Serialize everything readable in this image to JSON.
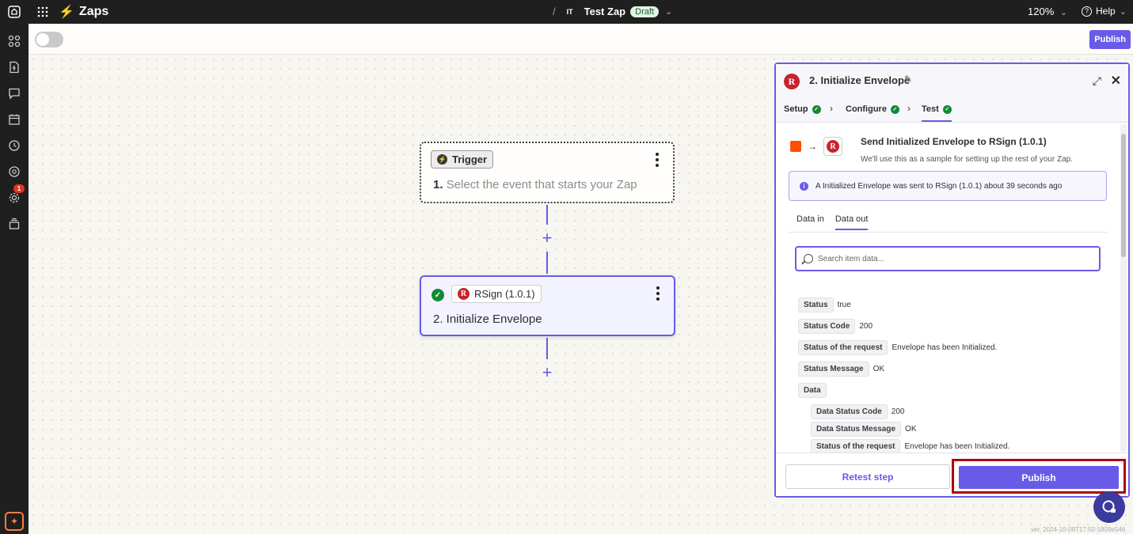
{
  "topbar": {
    "brand": "Zaps",
    "folder": "IT",
    "zap_name": "Test Zap",
    "status": "Draft",
    "zoom": "120%",
    "help": "Help"
  },
  "toolbar": {
    "publish_label": "Publish"
  },
  "rail": {
    "notification_count": "1"
  },
  "canvas": {
    "trigger": {
      "pill": "Trigger",
      "number": "1.",
      "placeholder": "Select the event that starts your Zap"
    },
    "action": {
      "app": "RSign (1.0.1)",
      "title": "2. Initialize Envelope"
    },
    "plus": "+"
  },
  "panel": {
    "title": "2. Initialize Envelope",
    "steps": [
      "Setup",
      "Configure",
      "Test"
    ],
    "send_title": "Send Initialized Envelope to RSign (1.0.1)",
    "send_sub": "We'll use this as a sample for setting up the rest of your Zap.",
    "info": "A Initialized Envelope was sent to RSign (1.0.1) about 39 seconds ago",
    "tabs": [
      "Data in",
      "Data out"
    ],
    "search_placeholder": "Search item data...",
    "fields": [
      {
        "key": "Status",
        "value": "true"
      },
      {
        "key": "Status Code",
        "value": "200"
      },
      {
        "key": "Status of the request",
        "value": "Envelope has been Initialized."
      },
      {
        "key": "Status Message",
        "value": "OK"
      },
      {
        "key": "Data",
        "value": ""
      }
    ],
    "nested_fields": [
      {
        "key": "Data Status Code",
        "value": "200"
      },
      {
        "key": "Data Status Message",
        "value": "OK"
      },
      {
        "key": "Status of the request",
        "value": "Envelope has been Initialized."
      }
    ],
    "retest_label": "Retest step",
    "publish_label": "Publish"
  },
  "version": "ver. 2024-10-09T17:50-1809e546",
  "colors": {
    "accent": "#695be8",
    "brand": "#ff4f00",
    "success": "#138a36",
    "highlight": "#b1000b"
  }
}
